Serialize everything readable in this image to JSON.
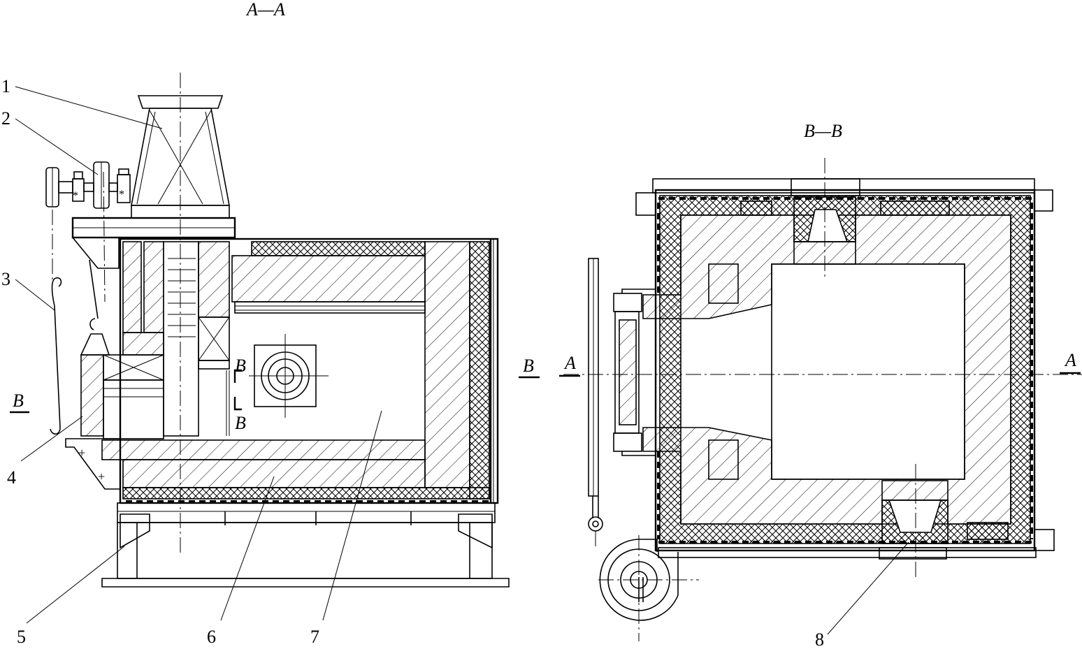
{
  "section_titles": {
    "aa": "A—A",
    "bb": "B—B"
  },
  "section_marks": {
    "a_left": "A",
    "a_right": "A",
    "b_left_view": "B",
    "b_right_view": "B",
    "b_cut_top": "B",
    "b_cut_bottom": "B"
  },
  "callouts": {
    "c1": "1",
    "c2": "2",
    "c3": "3",
    "c4": "4",
    "c5": "5",
    "c6": "6",
    "c7": "7",
    "c8": "8"
  }
}
